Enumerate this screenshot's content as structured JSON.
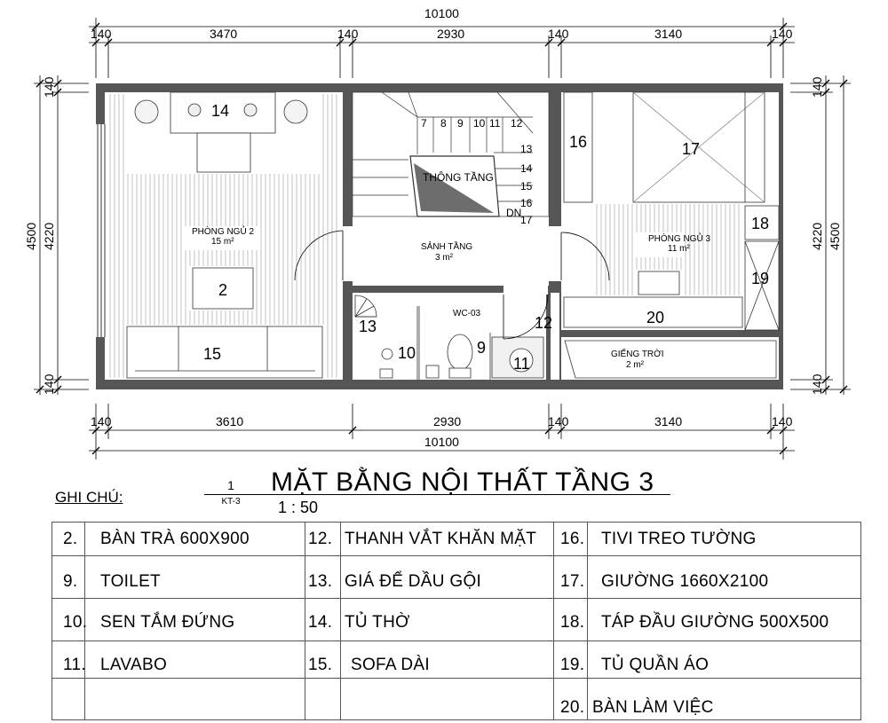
{
  "dimensions": {
    "overall_width": "10100",
    "overall_height": "4500",
    "inner_height": "4220",
    "wall": "140",
    "top_segments": [
      "3470",
      "2930",
      "3140"
    ],
    "bottom_segments": [
      "3610",
      "2930",
      "3140"
    ]
  },
  "rooms": {
    "bed2_name": "PHÒNG NGỦ 2",
    "bed2_area": "15 m²",
    "bed3_name": "PHÒNG NGỦ 3",
    "bed3_area": "11 m²",
    "lobby_name": "SẢNH TẦNG",
    "lobby_area": "3 m²",
    "void_name": "THÔNG TẦNG",
    "wc_name": "WC-03",
    "skylight_name": "GIẾNG TRỜI",
    "skylight_area": "2 m²",
    "stair_up": "DN"
  },
  "stair_steps": [
    "7",
    "8",
    "9",
    "10",
    "11",
    "12",
    "13",
    "14",
    "15",
    "16",
    "17"
  ],
  "tags": {
    "t2": "2",
    "t9": "9",
    "t10": "10",
    "t11": "11",
    "t12": "12",
    "t13": "13",
    "t14": "14",
    "t15": "15",
    "t16": "16",
    "t17": "17",
    "t18": "18",
    "t19": "19",
    "t20": "20"
  },
  "title": {
    "notes_label": "GHI CHÚ:",
    "ref_number": "1",
    "ref_sheet": "KT-3",
    "main": "MẶT BẰNG NỘI THẤT TẦNG 3",
    "scale": "1 : 50"
  },
  "legend": [
    {
      "num": "2.",
      "text": "BÀN TRÀ 600X900"
    },
    {
      "num": "9.",
      "text": "TOILET"
    },
    {
      "num": "10.",
      "text": "SEN TẮM ĐỨNG"
    },
    {
      "num": "11.",
      "text": "LAVABO"
    },
    {
      "num": "12.",
      "text": "THANH VẮT KHĂN MẶT"
    },
    {
      "num": "13.",
      "text": "GIÁ ĐỂ DẦU GỘI"
    },
    {
      "num": "14.",
      "text": "TỦ THỜ"
    },
    {
      "num": "15.",
      "text": "SOFA DÀI"
    },
    {
      "num": "16.",
      "text": "TIVI TREO TƯỜNG"
    },
    {
      "num": "17.",
      "text": "GIƯỜNG 1660X2100"
    },
    {
      "num": "18.",
      "text": "TÁP ĐẦU GIƯỜNG 500X500"
    },
    {
      "num": "19.",
      "text": "TỦ QUẦN ÁO"
    },
    {
      "num": "20.",
      "text": "BÀN LÀM VIỆC"
    }
  ]
}
